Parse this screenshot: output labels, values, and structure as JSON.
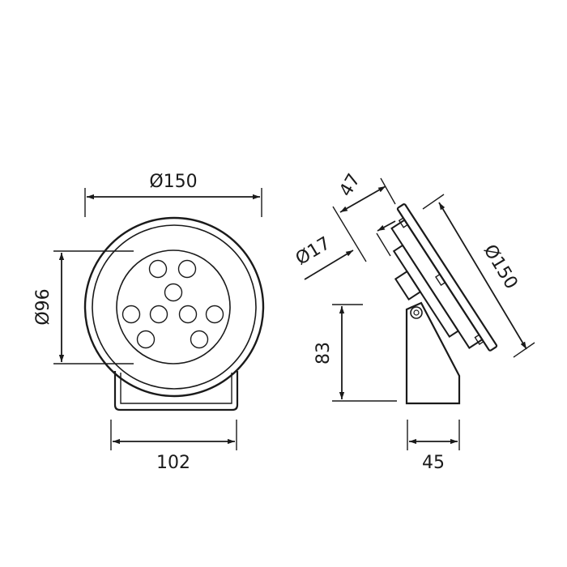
{
  "dimensions": {
    "front_diameter": "Ø150",
    "led_ring_diameter": "Ø96",
    "bracket_width": "102",
    "side_height": "83",
    "side_depth": "45",
    "side_diameter": "Ø150",
    "cable_diameter": "Ø17",
    "lamp_depth": "47"
  },
  "colors": {
    "line": "#1a1a1a",
    "background": "#ffffff"
  }
}
